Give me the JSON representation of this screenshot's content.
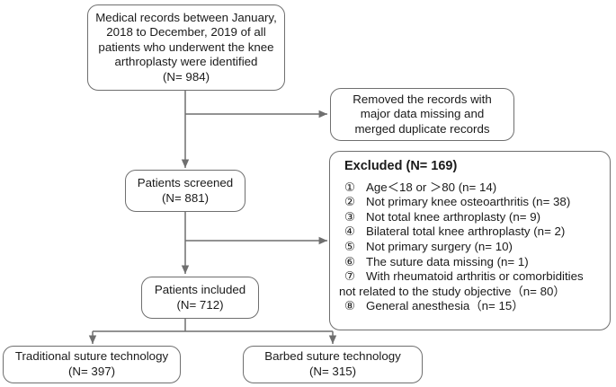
{
  "identified": {
    "lines": [
      "Medical records between January,",
      "2018 to December, 2019 of all",
      "patients who underwent the knee",
      "arthroplasty were identified",
      "(N= 984)"
    ]
  },
  "removed": {
    "lines": [
      "Removed the records with",
      "major data missing and",
      "merged duplicate records"
    ]
  },
  "screened": {
    "lines": [
      "Patients screened",
      "(N= 881)"
    ]
  },
  "excluded": {
    "title": "Excluded (N= 169)",
    "items": [
      {
        "num": "①",
        "text": "Age＜18 or ＞80 (n= 14)"
      },
      {
        "num": "②",
        "text": "Not primary knee osteoarthritis (n= 38)"
      },
      {
        "num": "③",
        "text": "Not total knee arthroplasty (n= 9)"
      },
      {
        "num": "④",
        "text": "Bilateral total knee arthroplasty (n= 2)"
      },
      {
        "num": "⑤",
        "text": "Not primary surgery (n= 10)"
      },
      {
        "num": "⑥",
        "text": "The suture data missing (n= 1)"
      },
      {
        "num": "⑦",
        "text": "With rheumatoid arthritis or comorbidities"
      },
      {
        "num": "",
        "text": "not related to the study objective（n= 80）"
      },
      {
        "num": "⑧",
        "text": "General anesthesia（n= 15）"
      }
    ]
  },
  "included": {
    "lines": [
      "Patients included",
      "(N= 712)"
    ]
  },
  "traditional": {
    "lines": [
      "Traditional suture technology",
      "(N= 397)"
    ]
  },
  "barbed": {
    "lines": [
      "Barbed suture technology",
      "(N= 315)"
    ]
  },
  "colors": {
    "border": "#6f6f6f",
    "line": "#6f6f6f"
  }
}
